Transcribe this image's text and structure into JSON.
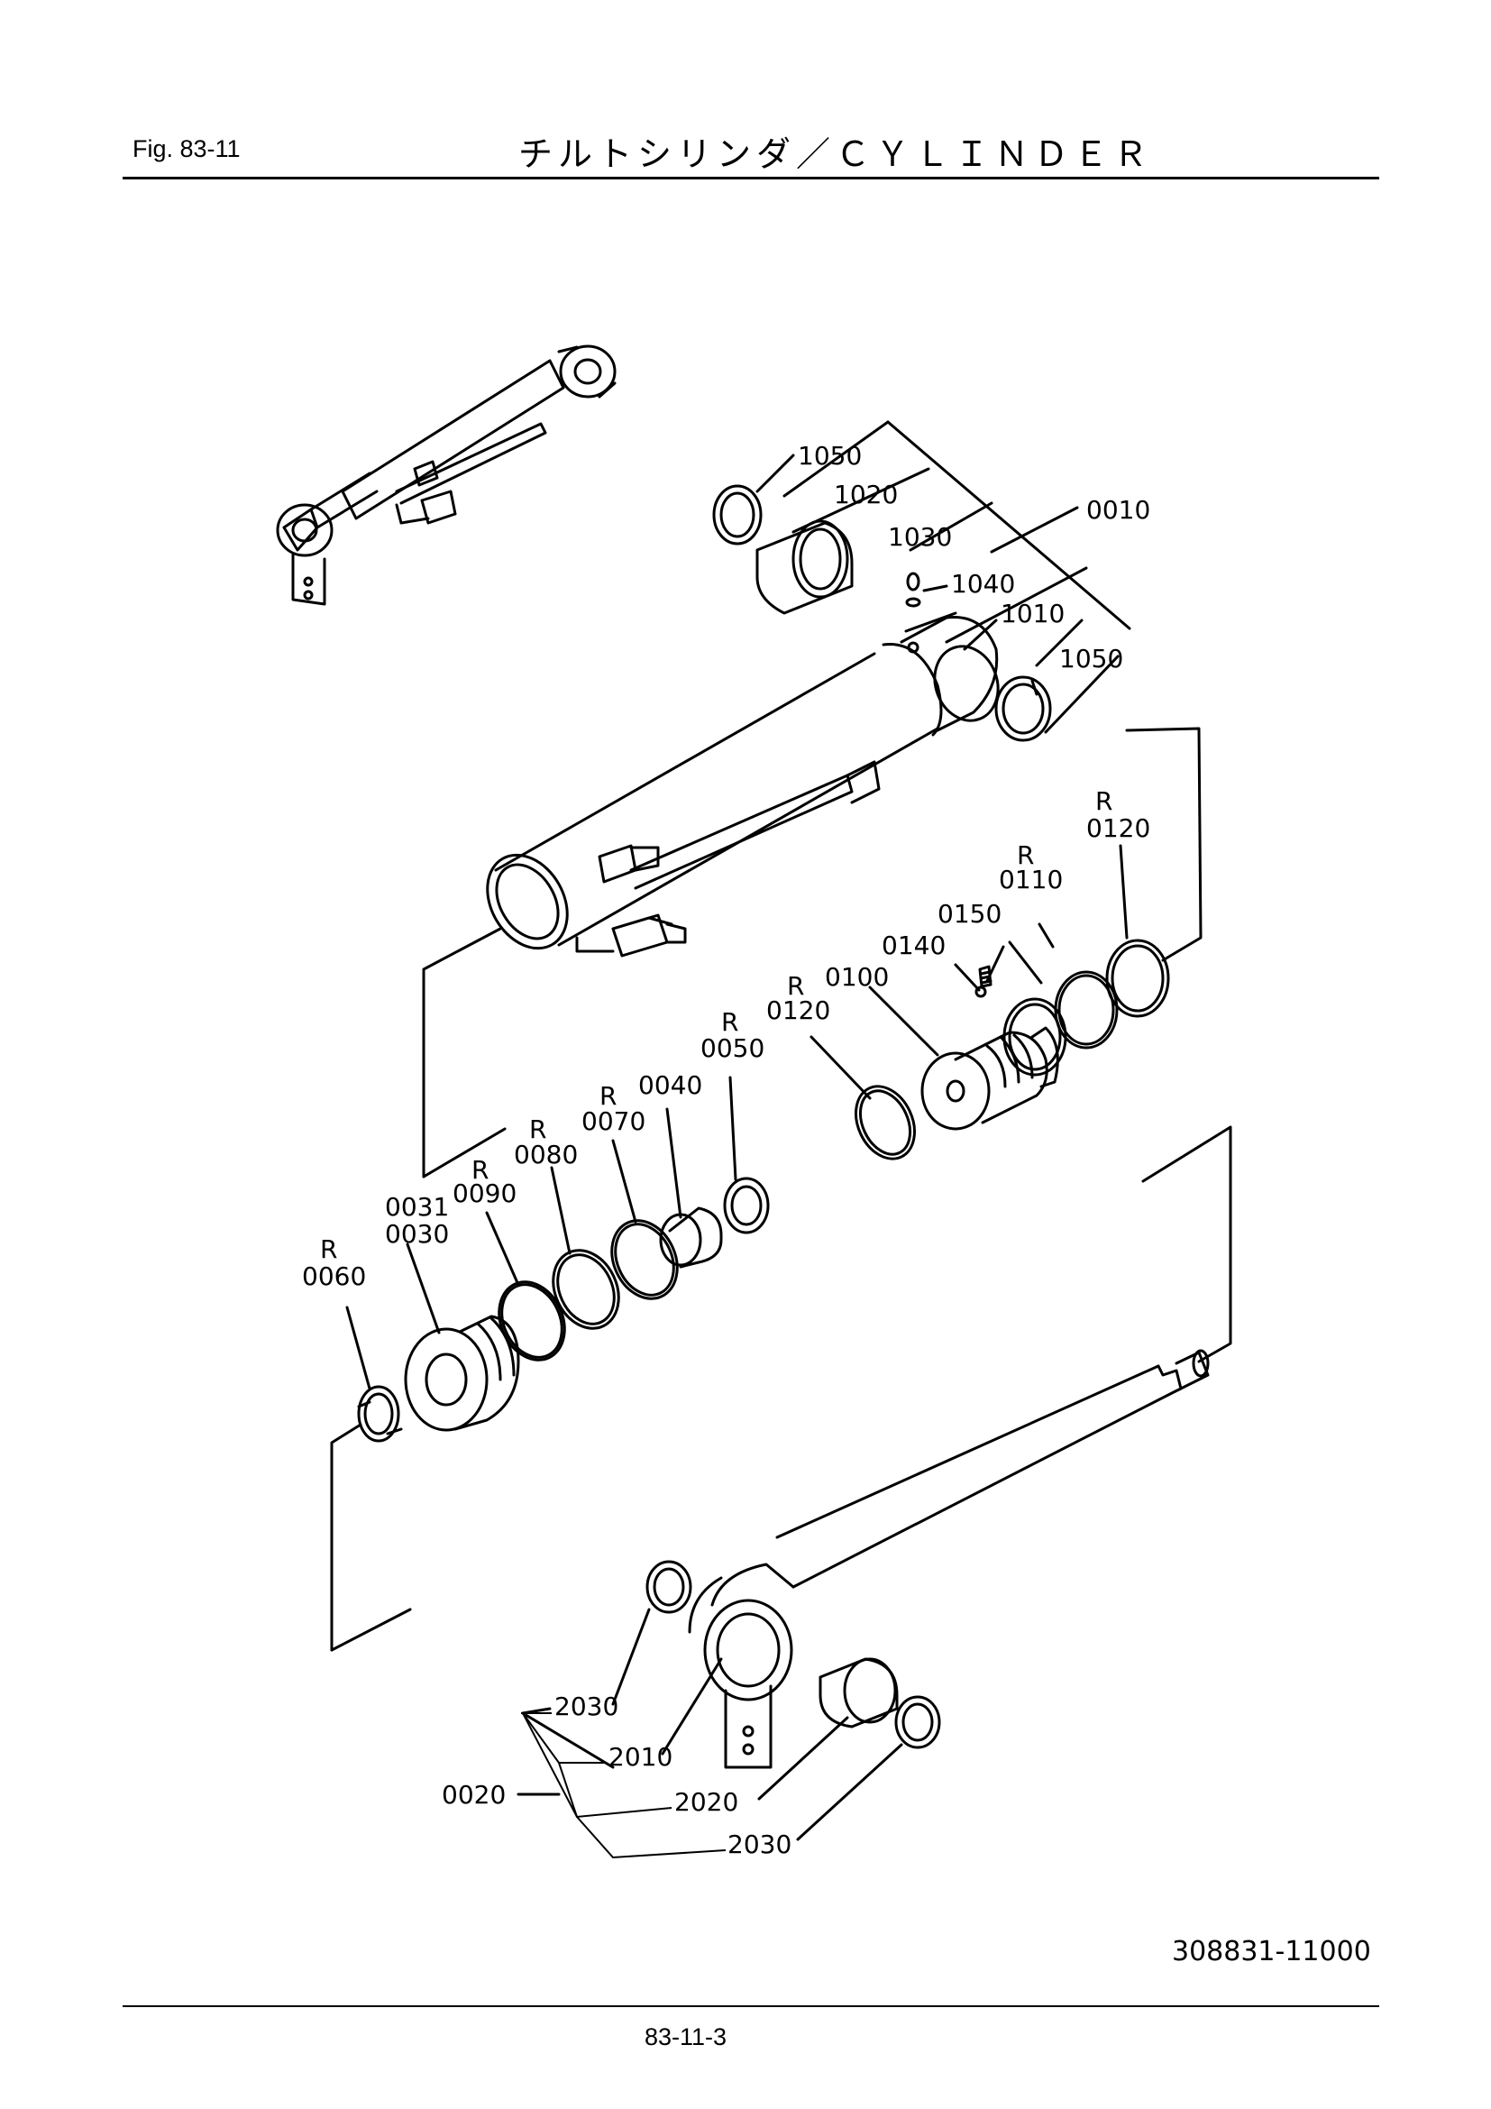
{
  "header": {
    "figure": "Fig.  83-11",
    "title": "チルトシリンダ／ＣＹＬＩＮＤＥＲ"
  },
  "footer": {
    "drawing_number": "308831-11000",
    "page": "83-11-3"
  },
  "parts": {
    "p1050a": "1050",
    "p1020": "1020",
    "p0010": "0010",
    "p1030": "1030",
    "p1040": "1040",
    "p1010": "1010",
    "p1050b": "1050",
    "r0120a": "R",
    "p0120a": "0120",
    "r0110": "R",
    "p0110": "0110",
    "p0150": "0150",
    "p0140": "0140",
    "p0100": "0100",
    "r0120b": "R",
    "p0120b": "0120",
    "r0050": "R",
    "p0050": "0050",
    "p0040": "0040",
    "r0070": "R",
    "p0070": "0070",
    "r0080": "R",
    "p0080": "0080",
    "r0090": "R",
    "p0090": "0090",
    "p0031": "0031",
    "p0030": "0030",
    "r0060": "R",
    "p0060": "0060",
    "p2030a": "2030",
    "p2010": "2010",
    "p0020": "0020",
    "p2020": "2020",
    "p2030b": "2030"
  }
}
